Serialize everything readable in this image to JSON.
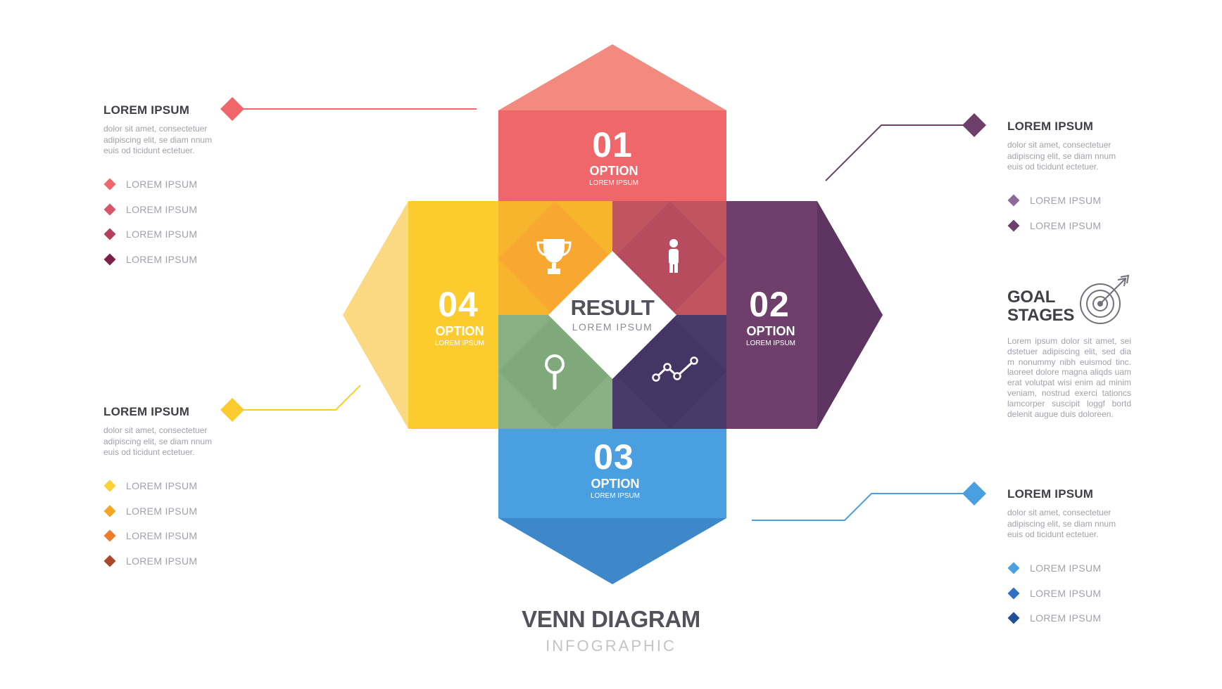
{
  "center": {
    "title": "RESULT",
    "subtitle": "LOREM IPSUM"
  },
  "options": [
    {
      "number": "01",
      "label": "OPTION",
      "sub": "LOREM IPSUM",
      "color": "#ef666b"
    },
    {
      "number": "02",
      "label": "OPTION",
      "sub": "LOREM IPSUM",
      "color": "#6d3f6a"
    },
    {
      "number": "03",
      "label": "OPTION",
      "sub": "LOREM IPSUM",
      "color": "#4a9fe0"
    },
    {
      "number": "04",
      "label": "OPTION",
      "sub": "LOREM IPSUM",
      "color": "#fccb2e"
    }
  ],
  "icons": {
    "top_left": "trophy-icon",
    "top_right": "person-icon",
    "bottom_left": "magnifier-icon",
    "bottom_right": "line-graph-icon"
  },
  "blocks": {
    "top_left": {
      "title": "LOREM IPSUM",
      "body": "dolor sit amet, consectetuer adipiscing elit, se diam nnum euis od ticidunt ectetuer.",
      "marker_color": "#ef666b",
      "items": [
        {
          "label": "LOREM IPSUM",
          "color": "#ef666b"
        },
        {
          "label": "LOREM IPSUM",
          "color": "#d9536b"
        },
        {
          "label": "LOREM IPSUM",
          "color": "#b63f5d"
        },
        {
          "label": "LOREM IPSUM",
          "color": "#7a2147"
        }
      ]
    },
    "bottom_left": {
      "title": "LOREM IPSUM",
      "body": "dolor sit amet, consectetuer adipiscing elit, se diam nnum euis od ticidunt ectetuer.",
      "marker_color": "#fccb2e",
      "items": [
        {
          "label": "LOREM IPSUM",
          "color": "#fcd232"
        },
        {
          "label": "LOREM IPSUM",
          "color": "#f5a623"
        },
        {
          "label": "LOREM IPSUM",
          "color": "#ee7a2c"
        },
        {
          "label": "LOREM IPSUM",
          "color": "#a9482a"
        }
      ]
    },
    "top_right": {
      "title": "LOREM IPSUM",
      "body": "dolor sit amet, consectetuer adipiscing elit, se diam nnum euis od ticidunt ectetuer.",
      "marker_color": "#6d3f6a",
      "items": [
        {
          "label": "LOREM IPSUM",
          "color": "#8a6a9a"
        },
        {
          "label": "LOREM IPSUM",
          "color": "#6d3f6a"
        }
      ]
    },
    "bottom_right": {
      "title": "LOREM IPSUM",
      "body": "dolor sit amet, consectetuer adipiscing elit, se diam nnum euis od ticidunt ectetuer.",
      "marker_color": "#4a9fe0",
      "items": [
        {
          "label": "LOREM IPSUM",
          "color": "#4a9fe0"
        },
        {
          "label": "LOREM IPSUM",
          "color": "#2f6fc4"
        },
        {
          "label": "LOREM IPSUM",
          "color": "#1f4e9a"
        }
      ]
    }
  },
  "goal": {
    "title_line1": "GOAL",
    "title_line2": "STAGES",
    "icon": "target-icon",
    "body": "Lorem ipsum dolor sit amet, sei dstetuer adipiscing elit, sed dia m nonummy nibh euismod tinc. laoreet dolore magna aliqds uam erat volutpat wisi enim ad minim veniam, nostrud exerci tationcs lamcorper suscipit loggf bortd delenit augue duis doloreen."
  },
  "footer": {
    "title": "VENN DIAGRAM",
    "subtitle": "INFOGRAPHIC"
  }
}
